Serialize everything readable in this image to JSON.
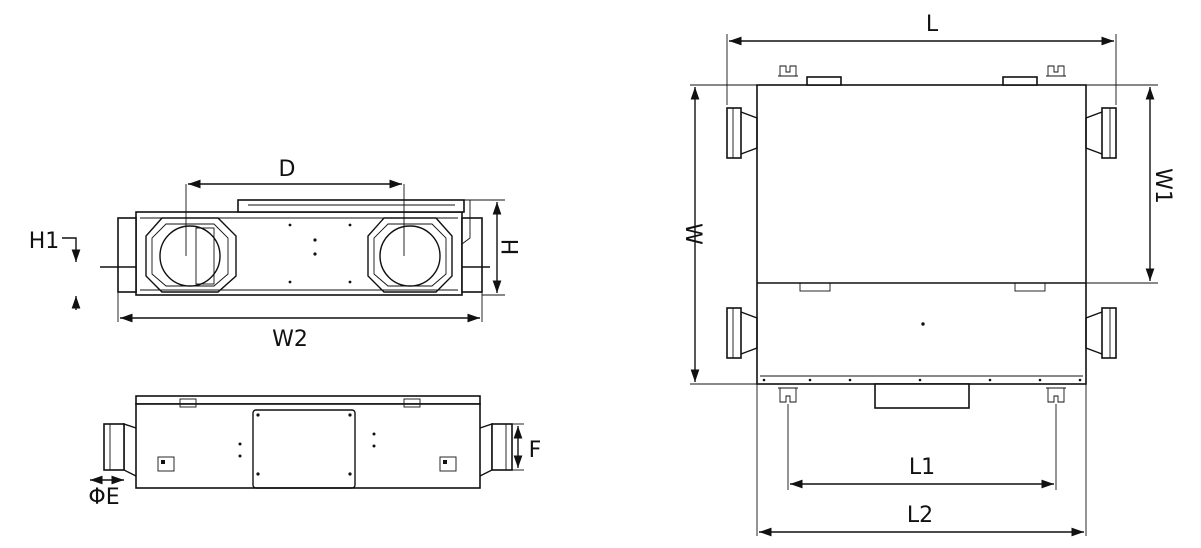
{
  "dimensions": {
    "D": "D",
    "H1": "H1",
    "H": "H",
    "W2": "W2",
    "F": "F",
    "PhiE": "ΦE",
    "L": "L",
    "W": "W",
    "W1": "W1",
    "L1": "L1",
    "L2": "L2"
  },
  "colors": {
    "line": "#111111",
    "background": "#ffffff"
  }
}
